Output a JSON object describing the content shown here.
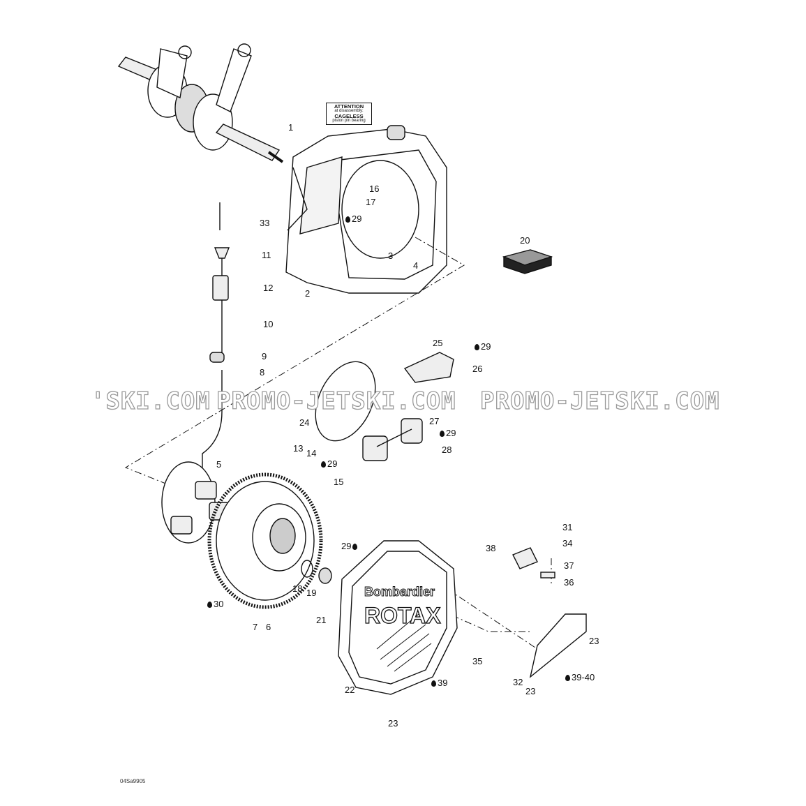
{
  "diagram_code": "04Sa9905",
  "sticker": {
    "line1": "ATTENTION",
    "line2": "at disassembly:",
    "line3": "CAGELESS",
    "line4": "piston pin bearing"
  },
  "cover_logo": {
    "brand": "Bombardier",
    "model": "ROTAX"
  },
  "watermark": [
    "'SKI.COM",
    "PROMO-JETSKI.COM",
    "PROMO-JETSKI.COM"
  ],
  "callouts": [
    "1",
    "16",
    "17",
    "29",
    "3",
    "4",
    "2",
    "20",
    "33",
    "11",
    "12",
    "10",
    "9",
    "8",
    "25",
    "29",
    "26",
    "24",
    "27",
    "29",
    "28",
    "13",
    "14",
    "29",
    "15",
    "5",
    "31",
    "34",
    "38",
    "37",
    "36",
    "29",
    "18",
    "19",
    "21",
    "30",
    "7",
    "6",
    "35",
    "23",
    "39-40",
    "32",
    "23",
    "22",
    "39",
    "23"
  ]
}
